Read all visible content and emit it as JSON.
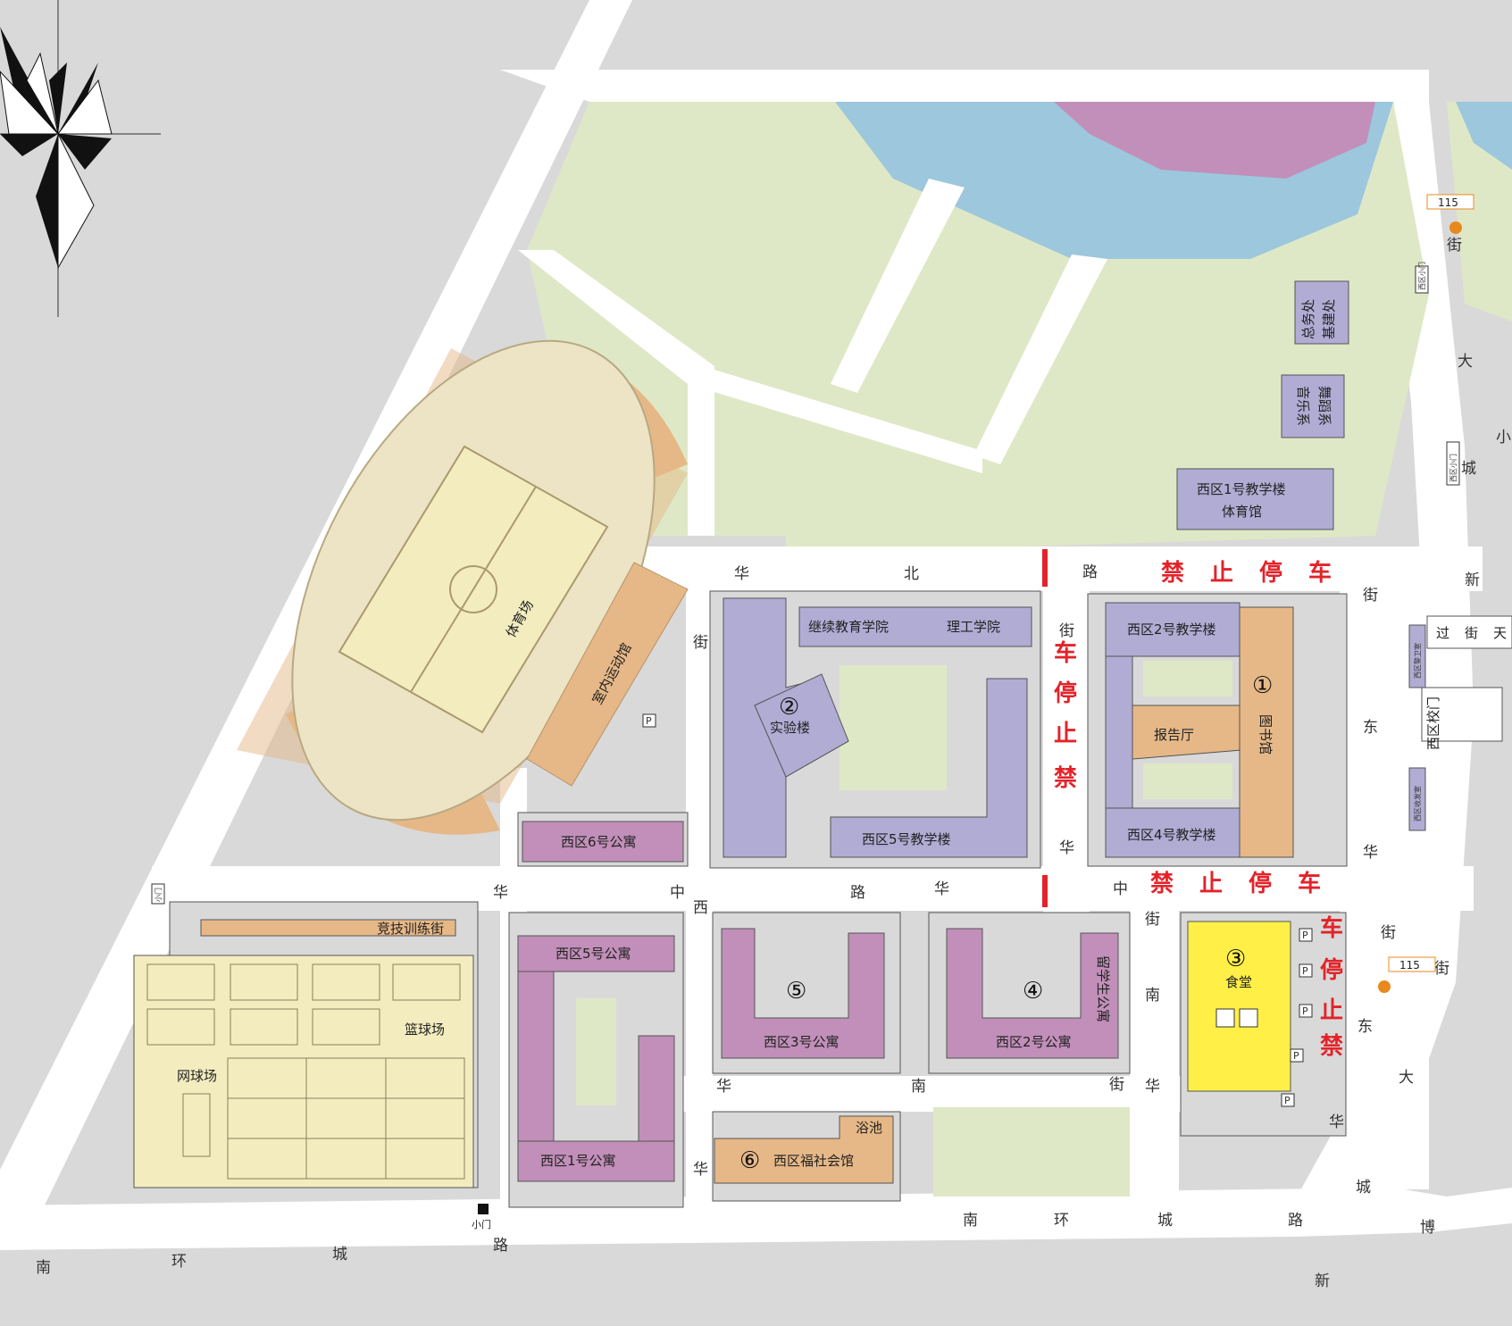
{
  "colors": {
    "background": "#d9d9d9",
    "road": "#ffffff",
    "green": "#dfe8c6",
    "water": "#9cc7dd",
    "pink_area": "#c18fb9",
    "building_blue": "#b0acd4",
    "building_purple": "#c18fb9",
    "building_orange": "#e6b887",
    "canteen": "#ffef47",
    "track": "#ece4c4",
    "field": "#f3ecbf",
    "no_parking_red": "#e3232a",
    "bus_orange": "#e8891e"
  },
  "compass": {
    "icon": "compass-rose-icon"
  },
  "buildings": {
    "library": "图书馆",
    "bldg2": "西区2号教学楼",
    "bldg4": "西区4号教学楼",
    "hall": "报告厅",
    "cont_edu": "继续教育学院",
    "sci_eng": "理工学院",
    "lab": "实验楼",
    "bldg5": "西区5号教学楼",
    "bldg1": "西区1号教学楼",
    "gym": "体育馆",
    "music": "音乐系",
    "dance": "舞蹈系",
    "general_affairs": "总务处",
    "infra": "基建处",
    "stadium": "体育场",
    "indoor_sports": "室内运动馆",
    "dorm6": "西区6号公寓",
    "dorm5": "西区5号公寓",
    "dorm1": "西区1号公寓",
    "dorm3": "西区3号公寓",
    "dorm2": "西区2号公寓",
    "intl_dorm": "留学生公寓",
    "canteen": "食堂",
    "welfare": "西区福社会馆",
    "bath": "浴池",
    "training_street": "竞技训练街",
    "basketball": "篮球场",
    "tennis": "网球场"
  },
  "markers": {
    "m1": "①",
    "m2": "②",
    "m3": "③",
    "m4": "④",
    "m5": "⑤",
    "m6": "⑥"
  },
  "roads": {
    "huabei_1": "华",
    "huabei_2": "北",
    "huabei_3": "路",
    "huazhong_1": "华",
    "huazhong_2": "中",
    "huazhong_3": "路",
    "huazhong_4": "华",
    "huazhong_5": "中",
    "huanan_1": "华",
    "huanan_2": "南",
    "huanan_3": "街",
    "xi_1": "西",
    "xi_2": "街",
    "xi_3": "华",
    "huazhong_v1": "街",
    "huazhong_v2": "华",
    "nanjie_1": "街",
    "nanjie_2": "南",
    "nanjie_3": "华",
    "dongjie_1": "街",
    "dongjie_2": "东",
    "dongjie_3": "华",
    "dongjie_4": "街",
    "dongjie_5": "东",
    "dongjie_6": "华",
    "nanhuan_1": "南",
    "nanhuan_2": "环",
    "nanhuan_3": "城",
    "nanhuan_4": "路",
    "nanhuan_5": "南",
    "nanhuan_6": "环",
    "nanhuan_7": "城",
    "nanhuan_8": "路",
    "xinchengda_1": "街",
    "xinchengda_2": "大",
    "xinchengda_3": "城",
    "xinchengda_4": "新",
    "xinchengda_5": "街",
    "xinchengda_6": "大",
    "xinchengda_7": "城",
    "xinchengda_8": "新",
    "bo": "博",
    "xiao": "小",
    "overpass_1": "过",
    "overpass_2": "街",
    "overpass_3": "天"
  },
  "no_parking": {
    "h1": [
      "禁",
      "止",
      "停",
      "车"
    ],
    "v1": [
      "禁",
      "止",
      "停",
      "车"
    ],
    "h2": [
      "禁",
      "止",
      "停",
      "车"
    ],
    "v2": [
      "车",
      "停",
      "止",
      "禁"
    ]
  },
  "bus": {
    "route_top": "115",
    "route_mid": "115"
  },
  "gates": {
    "west_main": "西区校门",
    "small_west": "小门",
    "small_south": "小门",
    "west_small_gate": "西区小门",
    "side_1": "西区小门",
    "guard_1": "西区警卫室",
    "guard_2": "西区收发室"
  },
  "parking": {
    "p": "P"
  }
}
